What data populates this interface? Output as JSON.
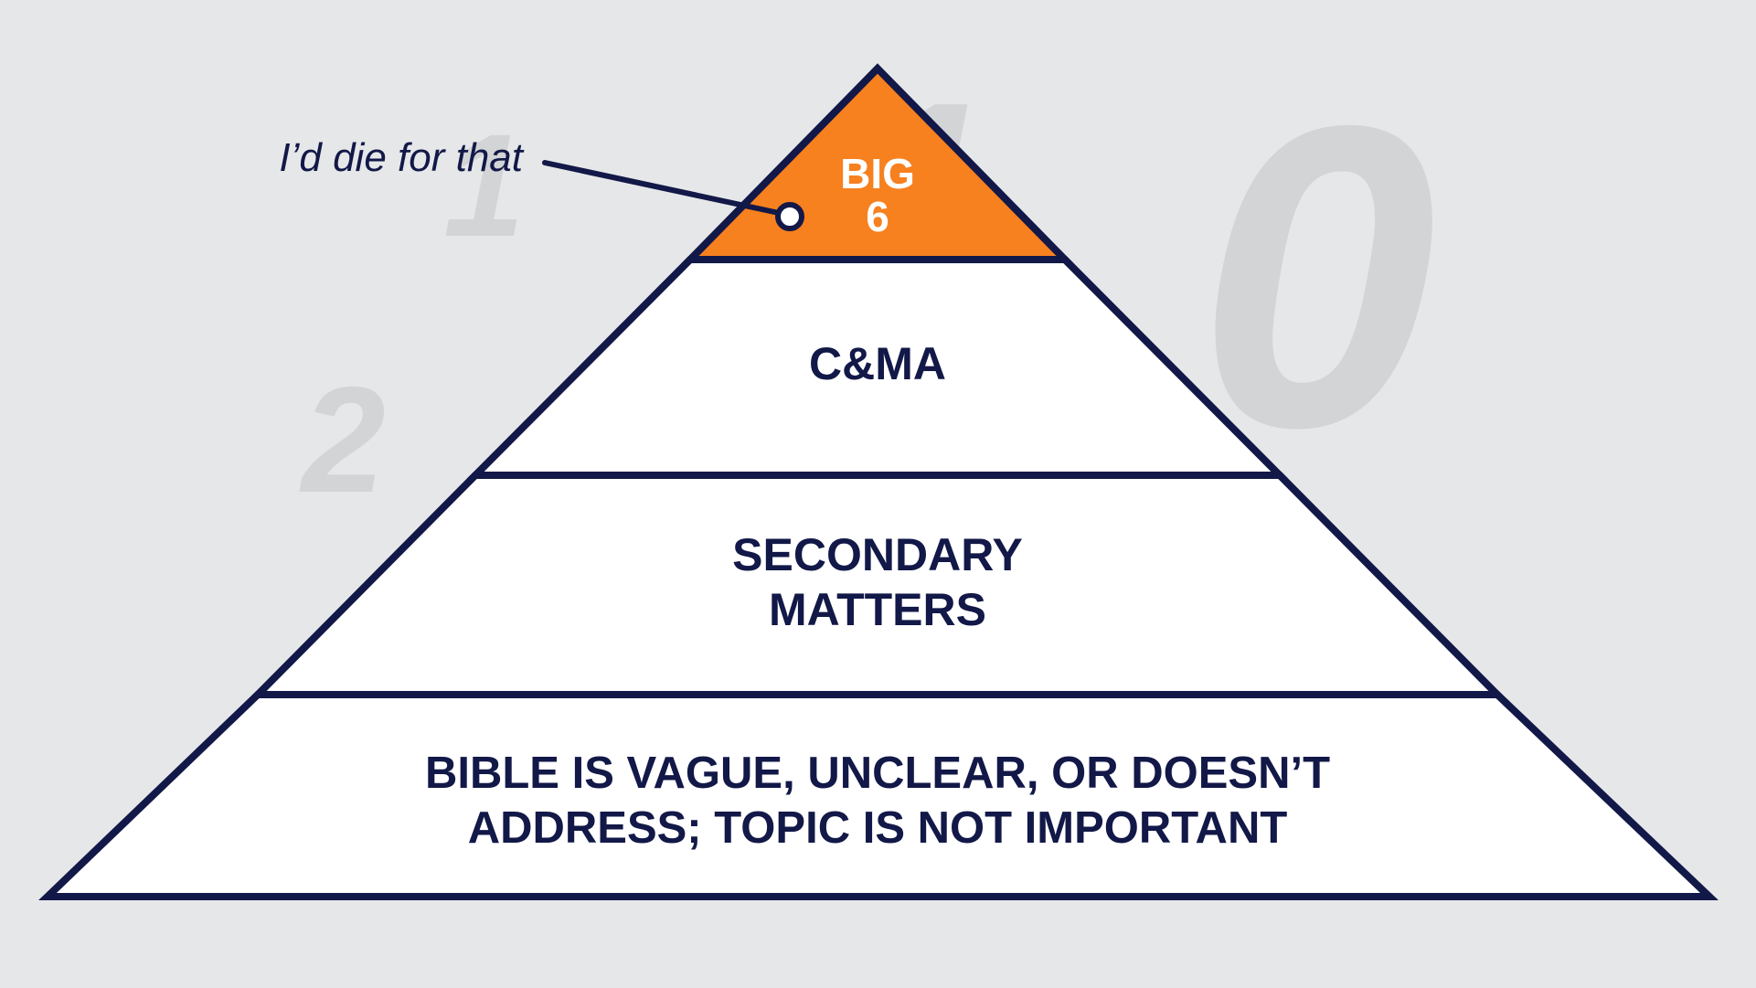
{
  "background_digits": [
    "1",
    "2",
    "0",
    "1"
  ],
  "tiers": [
    {
      "lines": [
        "BIG",
        "6"
      ],
      "fill": "#f7801f"
    },
    {
      "lines": [
        "C&MA"
      ],
      "fill": "#ffffff"
    },
    {
      "lines": [
        "SECONDARY",
        "MATTERS"
      ],
      "fill": "#ffffff"
    },
    {
      "lines": [
        "BIBLE IS VAGUE, UNCLEAR, OR DOESN’T",
        "ADDRESS; TOPIC IS NOT IMPORTANT"
      ],
      "fill": "#ffffff"
    }
  ],
  "annotation": {
    "text": "I’d die for that"
  },
  "colors": {
    "background": "#e6e7e9",
    "outline": "#121847",
    "accent": "#f7801f",
    "text": "#121847"
  }
}
